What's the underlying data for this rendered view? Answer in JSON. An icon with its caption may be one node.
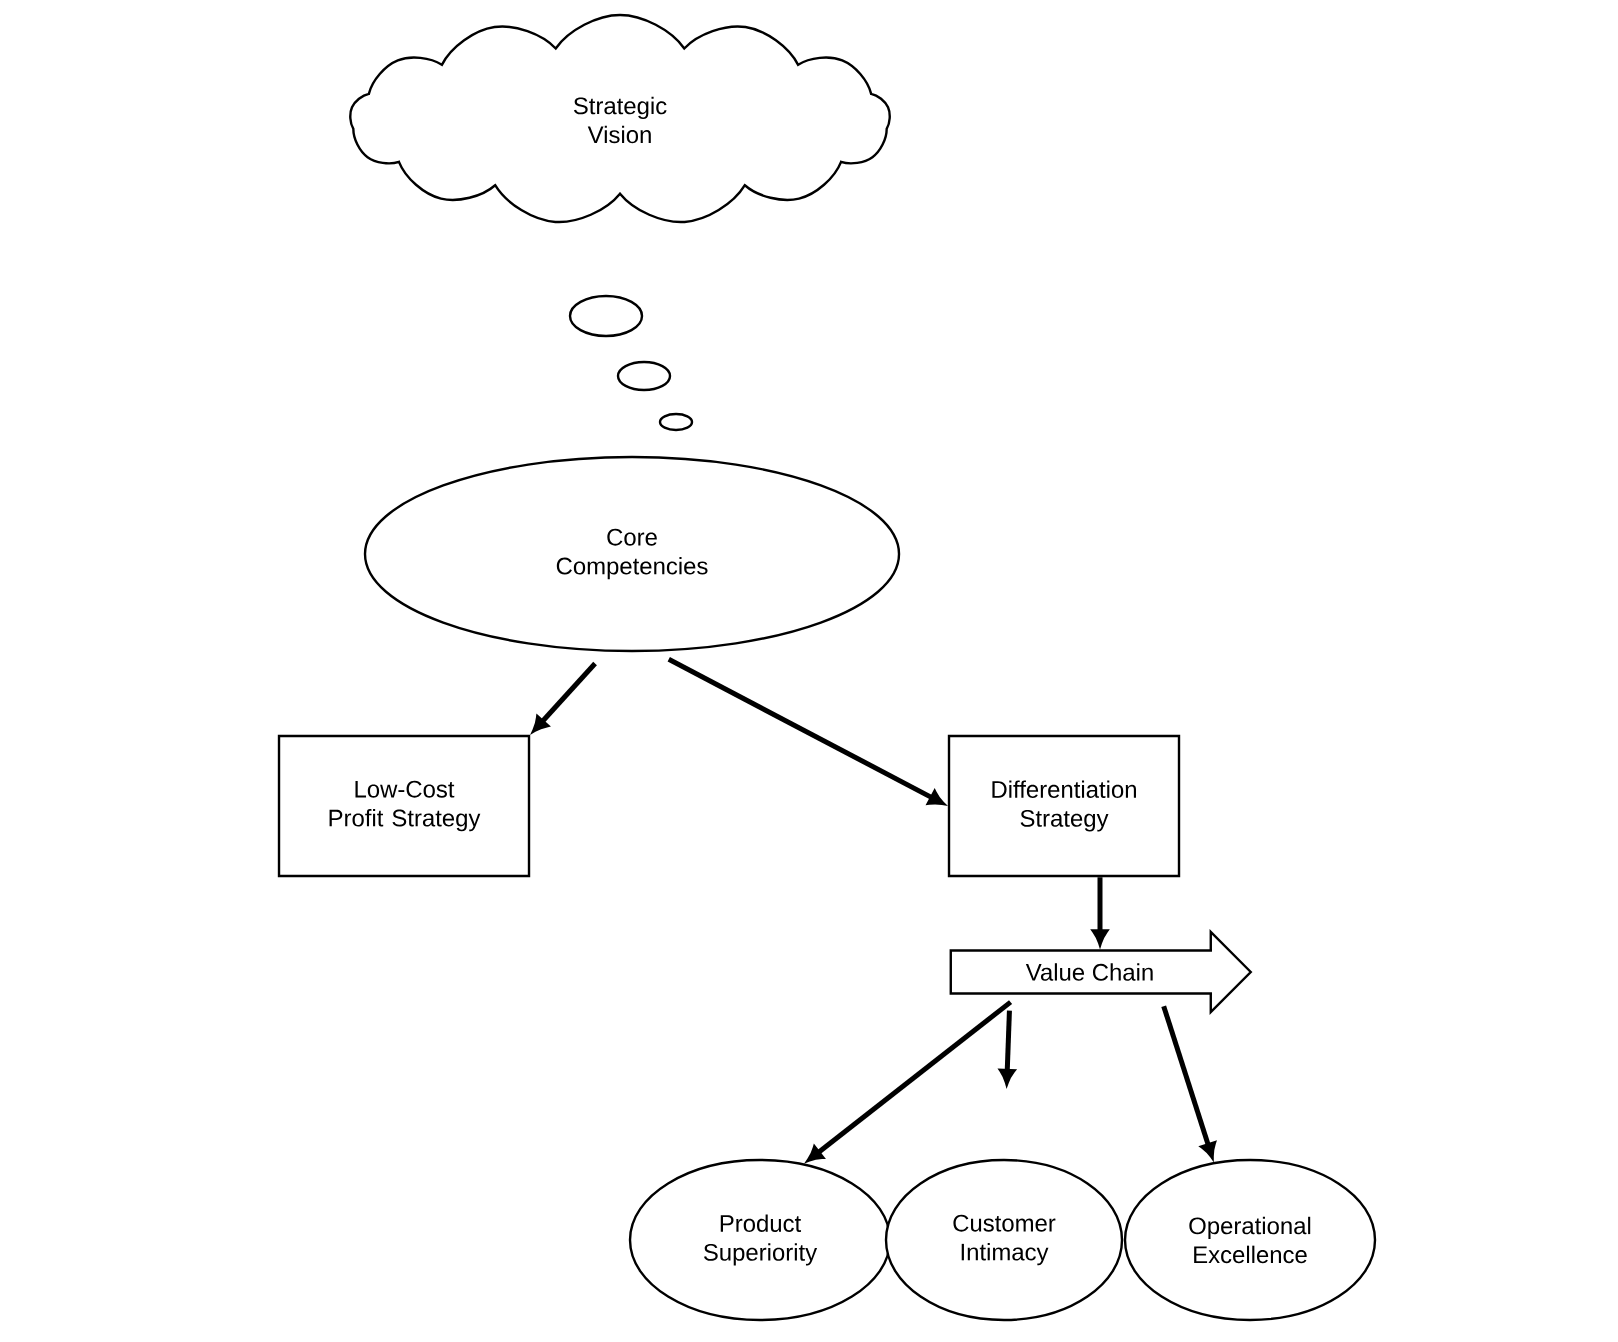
{
  "diagram": {
    "nodes": [
      {
        "text": [
          "Strategic Vision"
        ]
      },
      {
        "text": [
          "Core Competencies"
        ]
      },
      {
        "text": [
          "Low-Cost Profit Strategy"
        ]
      },
      {
        "text": [
          "Differentiation Strategy"
        ]
      },
      {
        "text": [
          "Value Chain"
        ]
      },
      {
        "text": [
          "Product Superiority"
        ]
      },
      {
        "text": [
          "Customer Intimacy"
        ]
      },
      {
        "text": [
          "Operational Excellence"
        ]
      }
    ],
    "edges": [
      {
        "from": 1,
        "to": 2,
        "arrow": "to"
      },
      {
        "from": 1,
        "to": 3,
        "arrow": "to"
      },
      {
        "from": 3,
        "to": 4,
        "arrow": "to"
      },
      {
        "from": 4,
        "to": 5,
        "arrow": "to"
      },
      {
        "from": 4,
        "to": 6,
        "arrow": "to"
      },
      {
        "from": 4,
        "to": 7,
        "arrow": "to"
      }
    ]
  }
}
